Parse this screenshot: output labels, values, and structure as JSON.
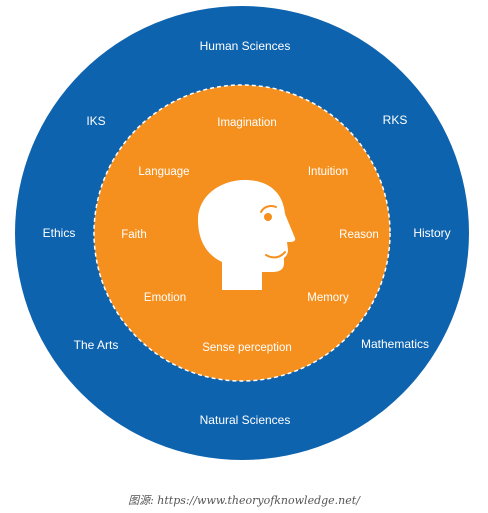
{
  "colors": {
    "outer_ring": "#0e63ae",
    "inner_circle": "#f5901e",
    "text": "#ffffff",
    "dashed_border": "#ffffff"
  },
  "areas_of_knowledge": {
    "human_sciences": "Human Sciences",
    "iks": "IKS",
    "rks": "RKS",
    "ethics": "Ethics",
    "history": "History",
    "the_arts": "The Arts",
    "mathematics": "Mathematics",
    "natural_sciences": "Natural Sciences"
  },
  "ways_of_knowing": {
    "imagination": "Imagination",
    "language": "Language",
    "intuition": "Intuition",
    "faith": "Faith",
    "reason": "Reason",
    "emotion": "Emotion",
    "memory": "Memory",
    "sense_perception": "Sense perception"
  },
  "center_icon": "head-profile-icon",
  "caption": "图源: https://www.theoryofknowledge.net/"
}
